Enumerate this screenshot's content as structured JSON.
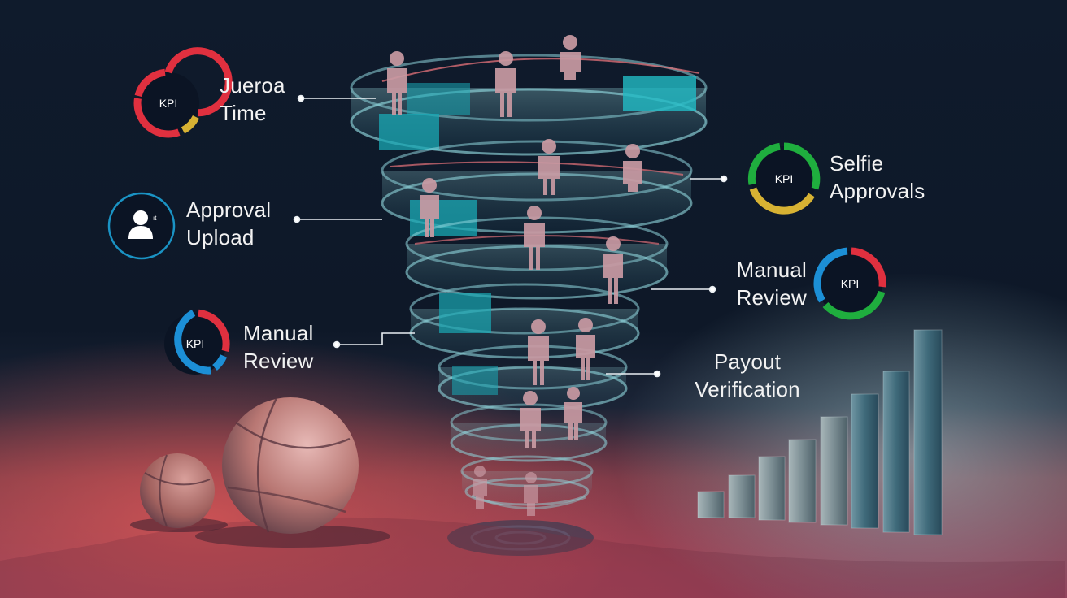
{
  "labels": {
    "jueroa_time": [
      "Jueroa",
      "Time"
    ],
    "approval_upload": [
      "Approval",
      "Upload"
    ],
    "manual_review_left": [
      "Manual",
      "Review"
    ],
    "selfie_approvals": [
      "Selfie",
      "Approvals"
    ],
    "manual_review_right": [
      "Manual",
      "Review"
    ],
    "payout_verification": [
      "Payout",
      "Verification"
    ]
  },
  "kpi_badge": "KPI",
  "upload_badge_mark": "ıt",
  "colors": {
    "ring_red": "#e0303f",
    "ring_yellow": "#d7b233",
    "ring_green": "#1fae3e",
    "ring_blue": "#1c8fd6",
    "ring_cyan_outline": "#1a93c4",
    "spiral_glass": "#7fd3d8",
    "spiral_teal": "#1aa8b4",
    "figure_pink": "#c99aa3",
    "bar_gray": "#8a9a9f"
  }
}
